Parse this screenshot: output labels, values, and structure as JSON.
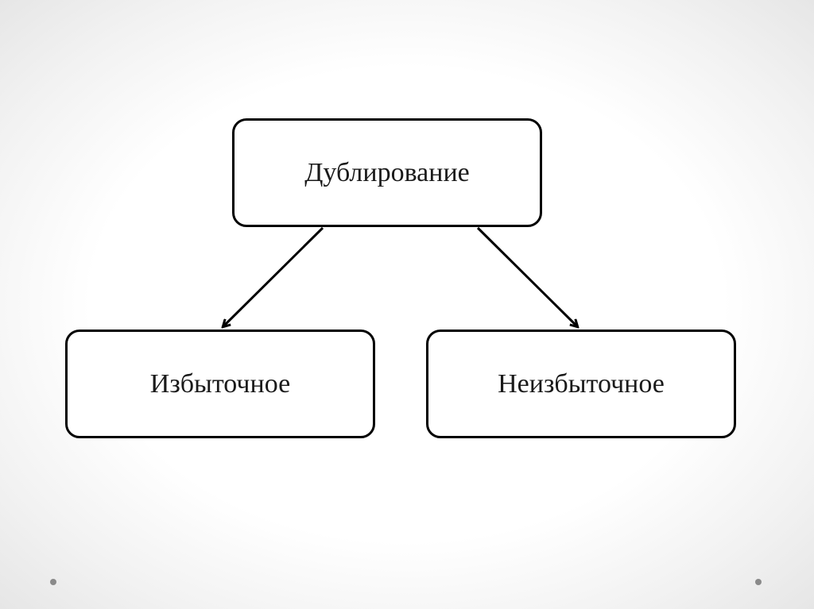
{
  "diagram": {
    "root": {
      "label": "Дублирование"
    },
    "children": [
      {
        "label": "Избыточное"
      },
      {
        "label": "Неизбыточное"
      }
    ]
  },
  "colors": {
    "stroke": "#000000",
    "node_fill": "#ffffff",
    "text": "#1a1a1a",
    "dots": "#8a8a8a"
  }
}
